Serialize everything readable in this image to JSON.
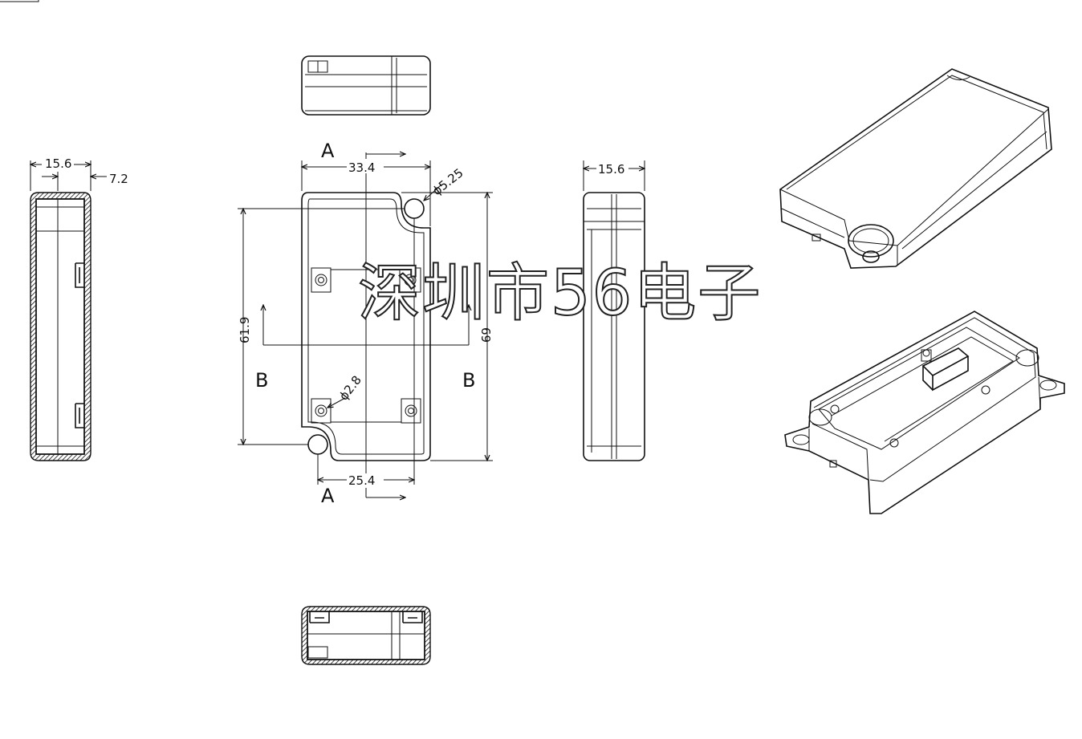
{
  "dimensions": {
    "side_width": "15.6",
    "side_wall": "7.2",
    "top_width": "33.4",
    "bottom_hole_spacing": "25.4",
    "height_inner": "61.9",
    "height_overall": "69",
    "right_width": "15.6",
    "hole_large": "ϕ5.25",
    "hole_small": "ϕ2.8"
  },
  "section_labels": {
    "a_top": "A",
    "a_bottom": "A",
    "b_left": "B",
    "b_right": "B"
  },
  "watermark": "深圳市56电子",
  "colors": {
    "line": "#111111",
    "background": "#ffffff"
  }
}
